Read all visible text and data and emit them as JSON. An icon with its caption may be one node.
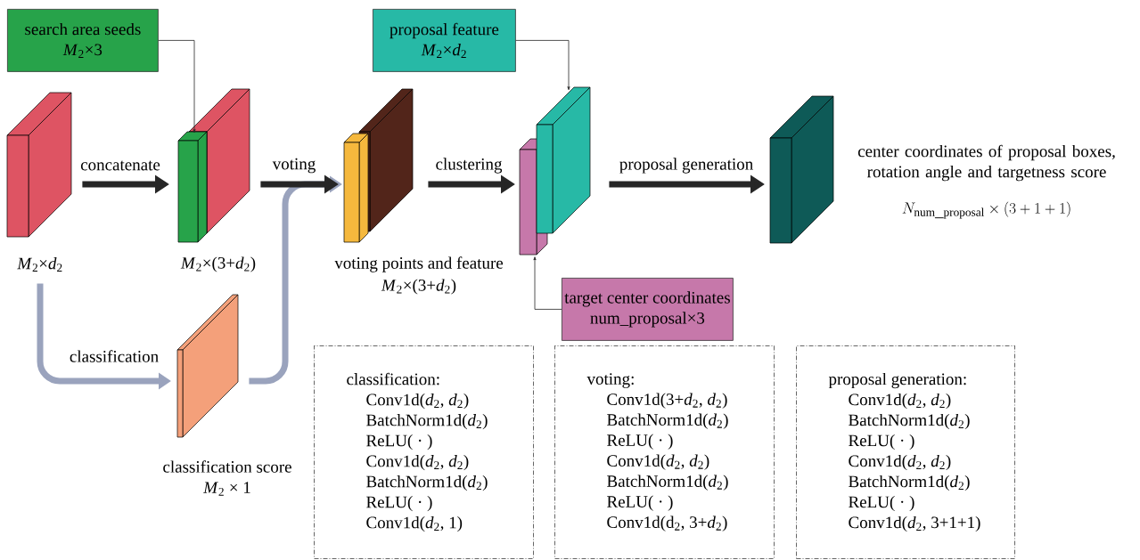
{
  "diagram": {
    "nodes": [
      {
        "text": [
          "search area seeds",
          "*M*$_{2}$×3"
        ]
      },
      {
        "text": [
          "proposal feature",
          "*M*$_{2}$×*d*$_{2}$"
        ]
      },
      {
        "text": [],
        "shape": "box",
        "beside": [
          "*M*$_{2}$×*d*$_{2}$"
        ]
      },
      {
        "text": [],
        "shape": "box",
        "beside": [
          "*M*$_{2}$×(3+*d*$_{2}$)"
        ]
      },
      {
        "text": [],
        "shape": "box",
        "beside": [
          "voting points and feature",
          "*M*$_{2}$×(3+*d*$_{2}$)"
        ]
      },
      {
        "text": [],
        "shape": "box"
      },
      {
        "text": [],
        "shape": "box"
      },
      {
        "text": [
          "target center coordinates",
          "num_proposal×3"
        ]
      },
      {
        "text": [],
        "shape": "box",
        "beside": [
          "center coordinates of proposal boxes, rotation angle and targetness score",
          "N_{\\mathrm{num\\_proposal}}\\times(3+1+1)"
        ]
      },
      {
        "text": [],
        "shape": "box",
        "beside": [
          "classification score",
          "*M*$_{2}$ × 1"
        ]
      },
      {
        "text": [
          "classification:",
          "Conv1d(*d*$_{2}$, *d*$_{2}$)",
          "BatchNorm1d(*d*$_{2}$)",
          "ReLU( · )",
          "Conv1d(*d*$_{2}$, *d*$_{2}$)",
          "BatchNorm1d(*d*$_{2}$)",
          "ReLU( · )",
          "Conv1d(*d*$_{2}$, 1)"
        ]
      },
      {
        "text": [
          "voting:",
          "Conv1d(3+*d*$_{2}$, *d*$_{2}$)",
          "BatchNorm1d(*d*$_{2}$)",
          "ReLU( · )",
          "Conv1d(*d*$_{2}$, *d*$_{2}$)",
          "BatchNorm1d(*d*$_{2}$)",
          "ReLU( · )",
          "Conv1d(d$_{2}$, 3+*d*$_{2}$)"
        ]
      },
      {
        "text": [
          "proposal generation:",
          "Conv1d(*d*$_{2}$, *d*$_{2}$)",
          "BatchNorm1d(*d*$_{2}$)",
          "ReLU( · )",
          "Conv1d(*d*$_{2}$, *d*$_{2}$)",
          "BatchNorm1d(*d*$_{2}$)",
          "ReLU( · )",
          "Conv1d(*d*$_{2}$, 3+1+1)"
        ]
      }
    ],
    "edges": [
      {
        "from": 2,
        "to": 3,
        "arrow": "to",
        "label": "concatenate"
      },
      {
        "from": 3,
        "to": 4,
        "arrow": "to",
        "label": "voting"
      },
      {
        "from": 4,
        "to": 5,
        "arrow": "to",
        "label": "clustering"
      },
      {
        "from": 6,
        "to": 8,
        "arrow": "to",
        "label": "proposal generation"
      },
      {
        "from": 0,
        "to": 3,
        "arrow": "to"
      },
      {
        "from": 1,
        "to": 6,
        "arrow": "to"
      },
      {
        "from": 7,
        "to": 5,
        "arrow": "to"
      },
      {
        "from": 2,
        "to": 9,
        "arrow": "to",
        "label": "classification",
        "color": "#9aa3bd"
      },
      {
        "from": 9,
        "to": 4,
        "arrow": "to",
        "color": "#9aa3bd"
      }
    ]
  }
}
